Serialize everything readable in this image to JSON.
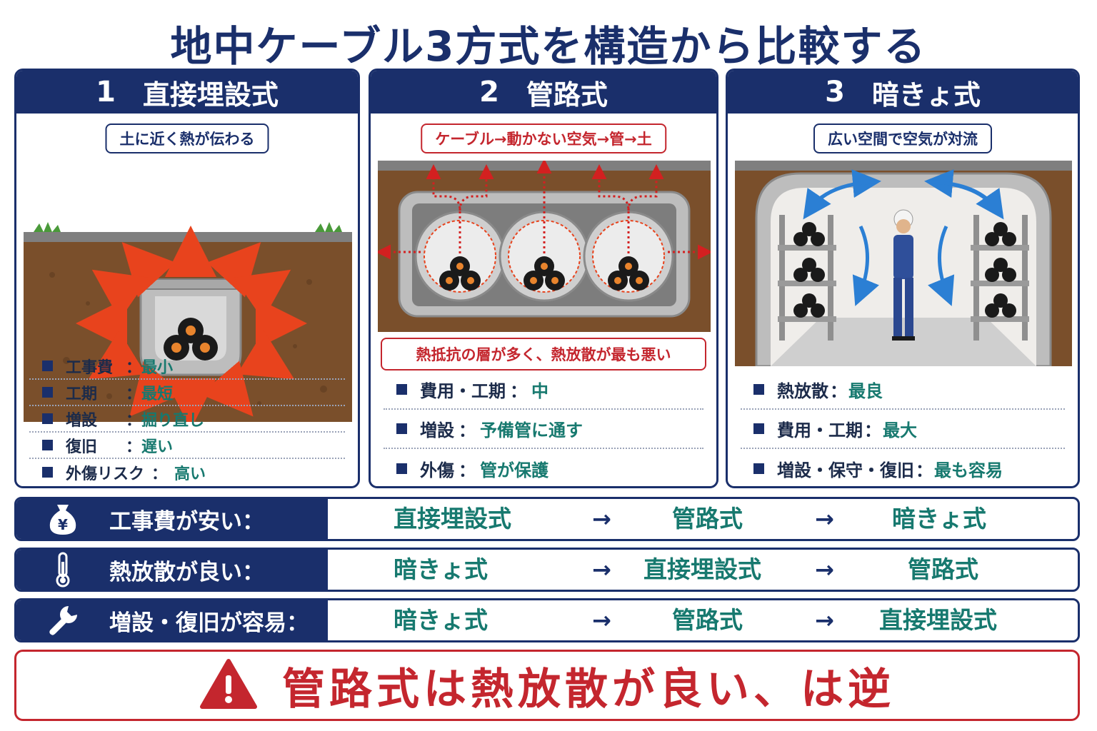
{
  "title": "地中ケーブル3方式を構造から比較する",
  "colors": {
    "navy": "#1a2f6b",
    "red": "#c4262e",
    "teal": "#17796f",
    "soil": "#7a4f2b",
    "concrete": "#bdbdbd",
    "heat_arrow": "#e8431d"
  },
  "panels": [
    {
      "number": "1",
      "name": "直接埋設式",
      "caption": "土に近く熱が伝わる",
      "specs": [
        {
          "label": "工事費",
          "sep": "：",
          "value": "最小"
        },
        {
          "label": "工期",
          "sep": "：",
          "value": "最短"
        },
        {
          "label": "増設",
          "sep": "：",
          "value": "掘り直し"
        },
        {
          "label": "復旧",
          "sep": "：",
          "value": "遅い"
        },
        {
          "label": "外傷リスク",
          "sep": "：",
          "value": "高い"
        }
      ]
    },
    {
      "number": "2",
      "name": "管路式",
      "caption": "ケーブル→動かない空気→管→土",
      "warning": "熱抵抗の層が多く、熱放散が最も悪い",
      "specs": [
        {
          "label": "費用・工期",
          "sep": "：",
          "value": "中"
        },
        {
          "label": "増設",
          "sep": "：",
          "value": "予備管に通す"
        },
        {
          "label": "外傷",
          "sep": "：",
          "value": "管が保護"
        }
      ]
    },
    {
      "number": "3",
      "name": "暗きょ式",
      "caption": "広い空間で空気が対流",
      "specs": [
        {
          "label": "熱放散",
          "sep": "：",
          "value": "最良"
        },
        {
          "label": "費用・工期",
          "sep": "：",
          "value": "最大"
        },
        {
          "label": "増設・保守・復旧",
          "sep": "：",
          "value": "最も容易"
        }
      ]
    }
  ],
  "rankings": [
    {
      "icon": "money-bag-icon",
      "label": "工事費が安い：",
      "items": [
        "直接埋設式",
        "管路式",
        "暗きょ式"
      ],
      "arrow": "→"
    },
    {
      "icon": "thermometer-icon",
      "label": "熱放散が良い：",
      "items": [
        "暗きょ式",
        "直接埋設式",
        "管路式"
      ],
      "arrow": "→"
    },
    {
      "icon": "wrench-icon",
      "label": "増設・復旧が容易：",
      "items": [
        "暗きょ式",
        "管路式",
        "直接埋設式"
      ],
      "arrow": "→"
    }
  ],
  "alert": {
    "icon": "warning-icon",
    "text": "管路式は熱放散が良い、は逆"
  },
  "yen_symbol": "¥"
}
